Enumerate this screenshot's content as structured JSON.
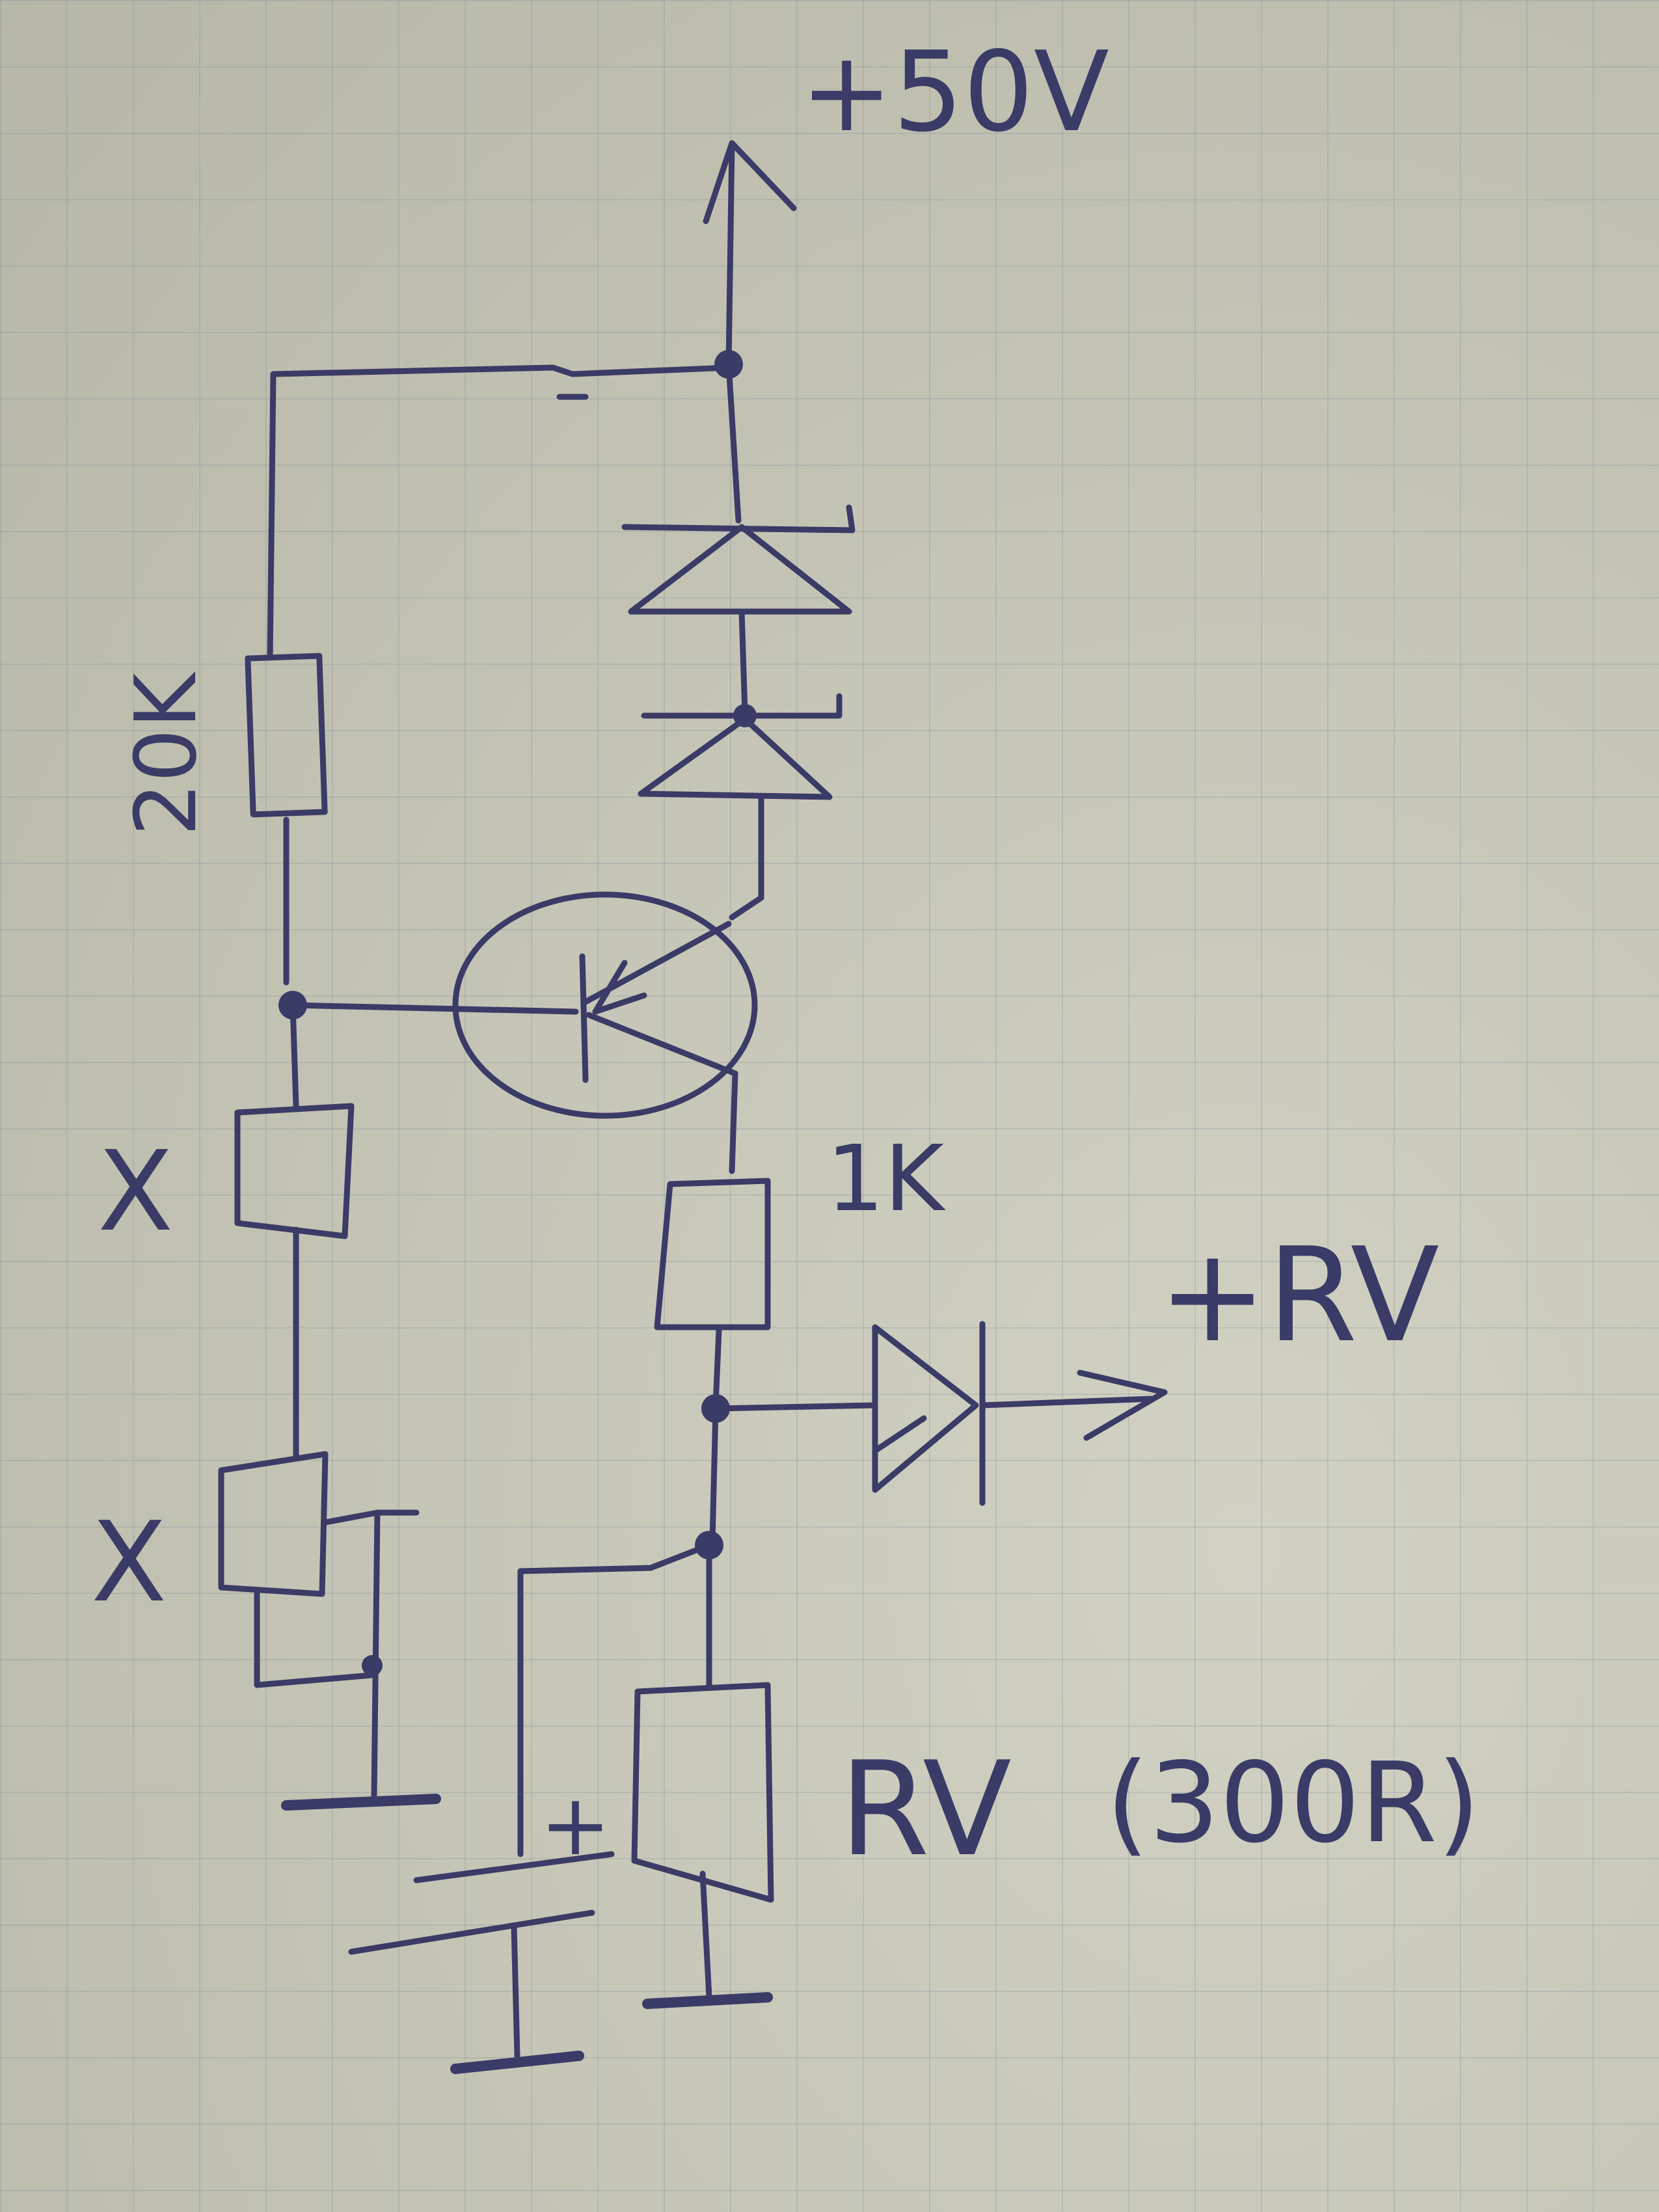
{
  "labels": {
    "supply": "+50V",
    "r_top": "20K",
    "r_x1": "X",
    "r_x2": "X",
    "r_collector": "1K",
    "output": "+RV",
    "r_load": "RV",
    "r_load_value": "(300R)",
    "cap_plus": "+"
  },
  "colors": {
    "ink": "#3a3b66",
    "paper": "#d2d2c4",
    "grid": "#8a93a6"
  }
}
